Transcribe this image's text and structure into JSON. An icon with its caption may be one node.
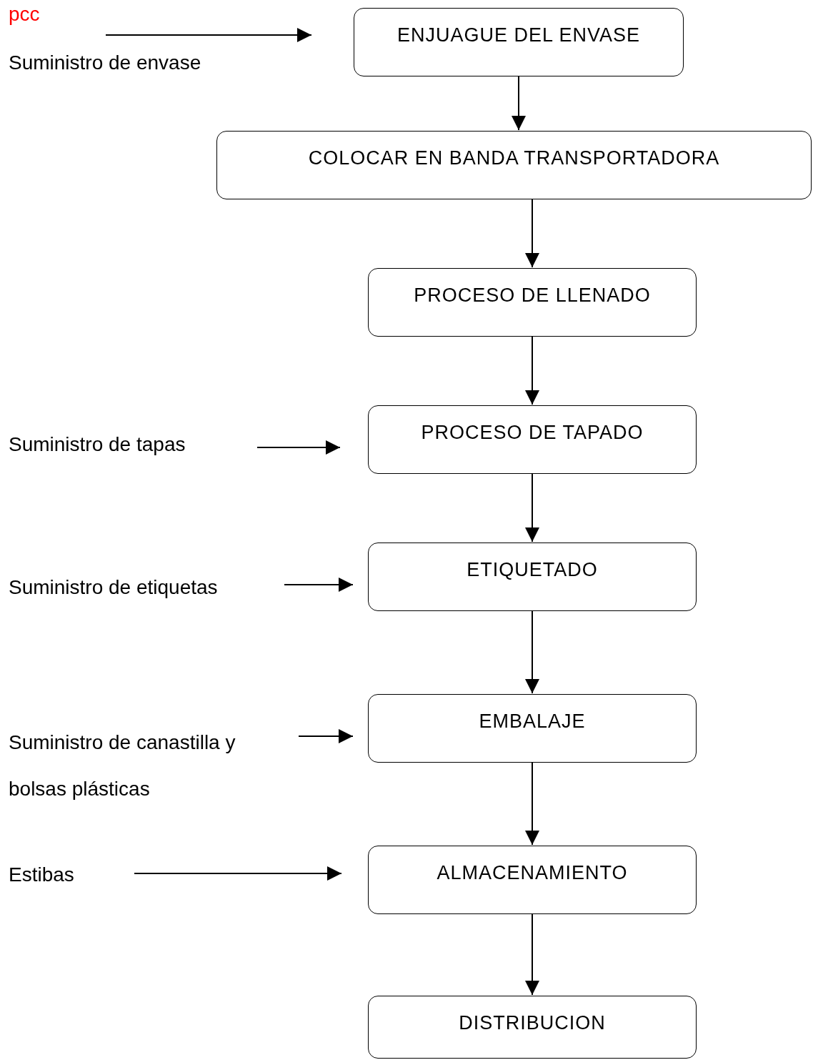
{
  "diagram": {
    "nodes": [
      {
        "text": [
          "ENJUAGUE DEL ENVASE"
        ]
      },
      {
        "text": [
          "COLOCAR EN BANDA TRANSPORTADORA"
        ]
      },
      {
        "text": [
          "PROCESO DE LLENADO"
        ]
      },
      {
        "text": [
          "PROCESO DE TAPADO"
        ]
      },
      {
        "text": [
          "ETIQUETADO"
        ]
      },
      {
        "text": [
          "EMBALAJE"
        ]
      },
      {
        "text": [
          "ALMACENAMIENTO"
        ]
      },
      {
        "text": [
          "DISTRIBUCION"
        ]
      },
      {
        "text": [
          "Suministro de envase"
        ]
      },
      {
        "text": [
          "Suministro de tapas"
        ]
      },
      {
        "text": [
          "Suministro de etiquetas"
        ]
      },
      {
        "text": [
          "Suministro de canastilla y bolsas plásticas"
        ]
      },
      {
        "text": [
          "Estibas"
        ]
      }
    ],
    "edges": [
      {
        "from": 0,
        "to": 1,
        "arrow": "to"
      },
      {
        "from": 1,
        "to": 2,
        "arrow": "to"
      },
      {
        "from": 2,
        "to": 3,
        "arrow": "to"
      },
      {
        "from": 3,
        "to": 4,
        "arrow": "to"
      },
      {
        "from": 4,
        "to": 5,
        "arrow": "to"
      },
      {
        "from": 5,
        "to": 6,
        "arrow": "to"
      },
      {
        "from": 6,
        "to": 7,
        "arrow": "to"
      },
      {
        "from": 8,
        "to": 0,
        "arrow": "to"
      },
      {
        "from": 9,
        "to": 3,
        "arrow": "to"
      },
      {
        "from": 10,
        "to": 4,
        "arrow": "to"
      },
      {
        "from": 11,
        "to": 5,
        "arrow": "to"
      },
      {
        "from": 12,
        "to": 6,
        "arrow": "to"
      }
    ],
    "labels": [
      "pcc"
    ]
  }
}
